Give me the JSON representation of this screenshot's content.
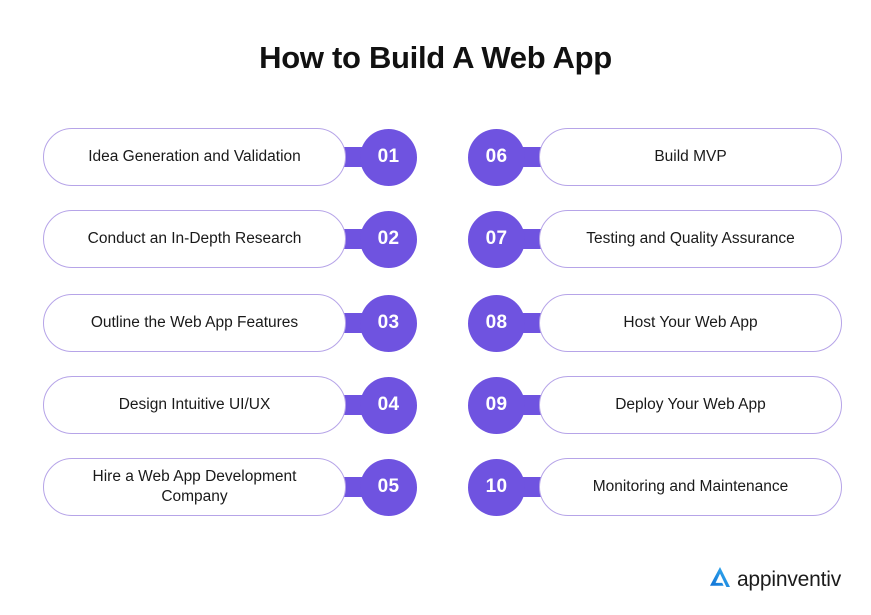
{
  "title": "How to Build A Web App",
  "colors": {
    "accent": "#6f53e0",
    "pill_border": "#b6a4e8",
    "text": "#1a1a1a",
    "background": "#ffffff",
    "logo_mark": "#1d9bf0"
  },
  "left_column": [
    {
      "number": "01",
      "label": "Idea Generation and Validation"
    },
    {
      "number": "02",
      "label": "Conduct an In-Depth Research"
    },
    {
      "number": "03",
      "label": "Outline the Web App Features"
    },
    {
      "number": "04",
      "label": "Design Intuitive UI/UX"
    },
    {
      "number": "05",
      "label": "Hire a Web App Development\nCompany"
    }
  ],
  "right_column": [
    {
      "number": "06",
      "label": "Build MVP"
    },
    {
      "number": "07",
      "label": "Testing and Quality Assurance"
    },
    {
      "number": "08",
      "label": "Host Your Web App"
    },
    {
      "number": "09",
      "label": "Deploy Your Web App"
    },
    {
      "number": "10",
      "label": "Monitoring and Maintenance"
    }
  ],
  "logo": {
    "name": "appinventiv",
    "mark": "chevron-a-icon"
  }
}
